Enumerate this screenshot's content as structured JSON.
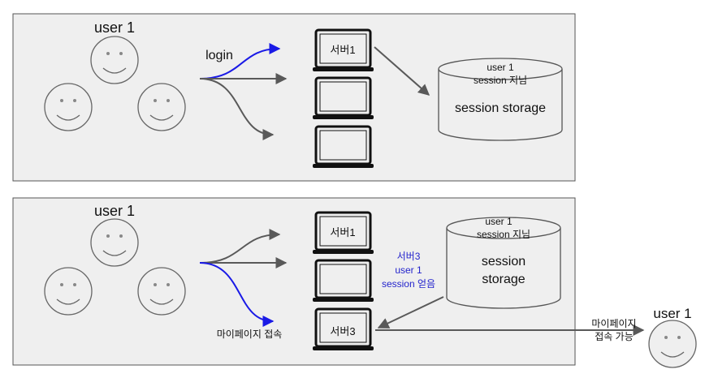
{
  "panel1": {
    "user_label": "user 1",
    "login_label": "login",
    "server1_label": "서버1",
    "storage_line1": "user 1",
    "storage_line2": "session 지님",
    "storage_title": "session storage"
  },
  "panel2": {
    "user_label": "user 1",
    "server1_label": "서버1",
    "server3_label": "서버3",
    "mypage_label": "마이페이지 접속",
    "storage_line1": "user 1",
    "storage_line2": "session 지님",
    "storage_title_line1": "session",
    "storage_title_line2": "storage",
    "note_line1": "서버3",
    "note_line2": "user 1",
    "note_line3": "session 얻음",
    "right_user_label": "user 1",
    "right_note_line1": "마이페이지",
    "right_note_line2": "접속 가능"
  },
  "colors": {
    "panel_bg": "#efefef",
    "arrow_gray": "#595959",
    "arrow_blue": "#1a1ae6",
    "note_blue": "#2323cc"
  }
}
